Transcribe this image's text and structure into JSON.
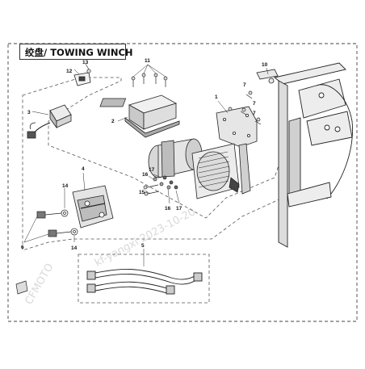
{
  "title": "绞盘/ TOWING WINCH",
  "callouts": {
    "c1": "1",
    "c2": "2",
    "c3": "3",
    "c4": "4",
    "c5": "5",
    "c6": "6",
    "c7a": "7",
    "c7b": "7",
    "c7c": "7",
    "c10": "10",
    "c11": "11",
    "c12": "12",
    "c13": "13",
    "c14a": "14",
    "c14b": "14",
    "c15": "15",
    "c16a": "16",
    "c16b": "16",
    "c17a": "17",
    "c17b": "17"
  },
  "watermark": {
    "left": "CFMOTO",
    "diag": "kf-yangxi 2023-10-20"
  }
}
